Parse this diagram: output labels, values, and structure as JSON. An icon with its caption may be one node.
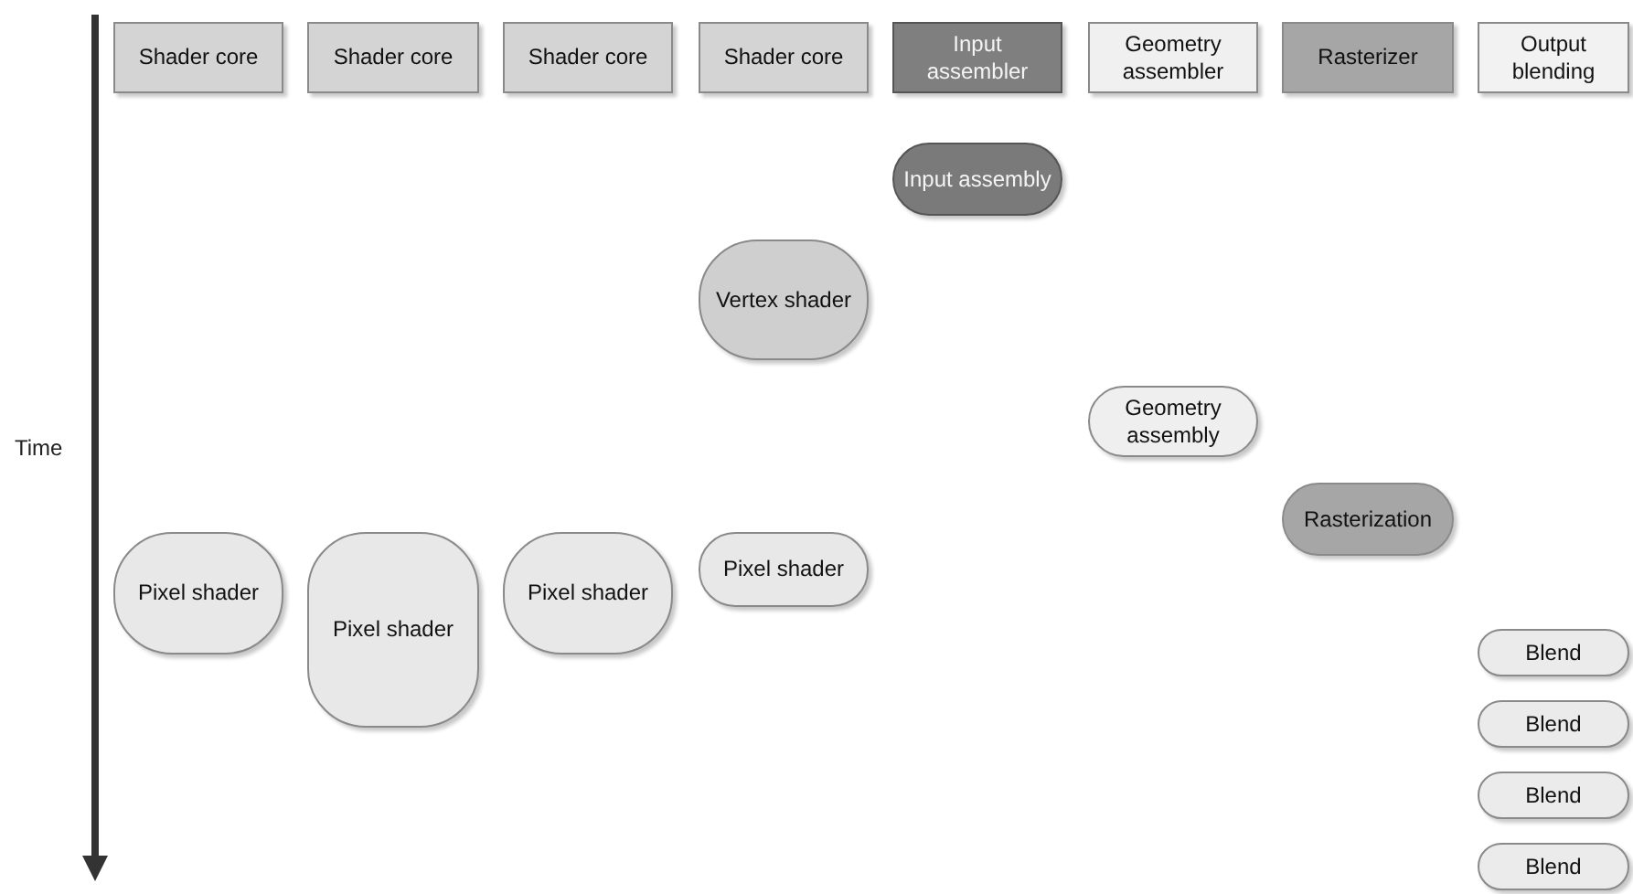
{
  "diagram": {
    "nodes": [
      {
        "text": [
          "Shader core"
        ]
      },
      {
        "text": [
          "Shader core"
        ]
      },
      {
        "text": [
          "Shader core"
        ]
      },
      {
        "text": [
          "Shader core"
        ]
      },
      {
        "text": [
          "Input assembler"
        ]
      },
      {
        "text": [
          "Geometry assembler"
        ]
      },
      {
        "text": [
          "Rasterizer"
        ]
      },
      {
        "text": [
          "Output blending"
        ]
      },
      {
        "text": [
          "Input assembly"
        ]
      },
      {
        "text": [
          "Vertex shader"
        ]
      },
      {
        "text": [
          "Geometry assembly"
        ]
      },
      {
        "text": [
          "Rasterization"
        ]
      },
      {
        "text": [
          "Pixel shader"
        ]
      },
      {
        "text": [
          "Pixel shader"
        ]
      },
      {
        "text": [
          "Pixel shader"
        ]
      },
      {
        "text": [
          "Pixel shader"
        ]
      },
      {
        "text": [
          "Blend"
        ]
      },
      {
        "text": [
          "Blend"
        ]
      },
      {
        "text": [
          "Blend"
        ]
      },
      {
        "text": [
          "Blend"
        ]
      }
    ],
    "labels": [
      "Time"
    ]
  }
}
